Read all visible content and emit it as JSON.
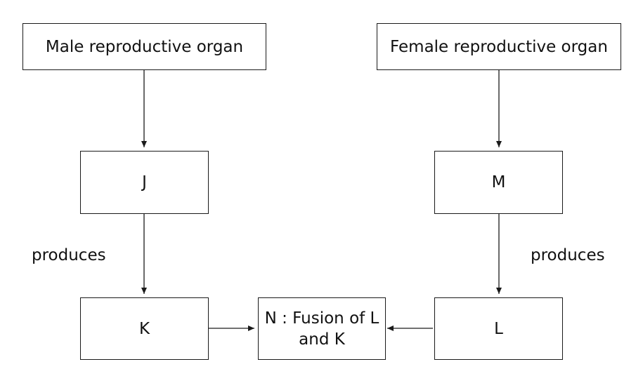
{
  "nodes": {
    "male_organ": "Male reproductive organ",
    "female_organ": "Female reproductive organ",
    "j": "J",
    "m": "M",
    "k": "K",
    "l": "L",
    "n": "N : Fusion of L and K"
  },
  "labels": {
    "left_produces": "produces",
    "right_produces": "produces"
  },
  "colors": {
    "line": "#1a1a1a",
    "background": "#ffffff"
  }
}
